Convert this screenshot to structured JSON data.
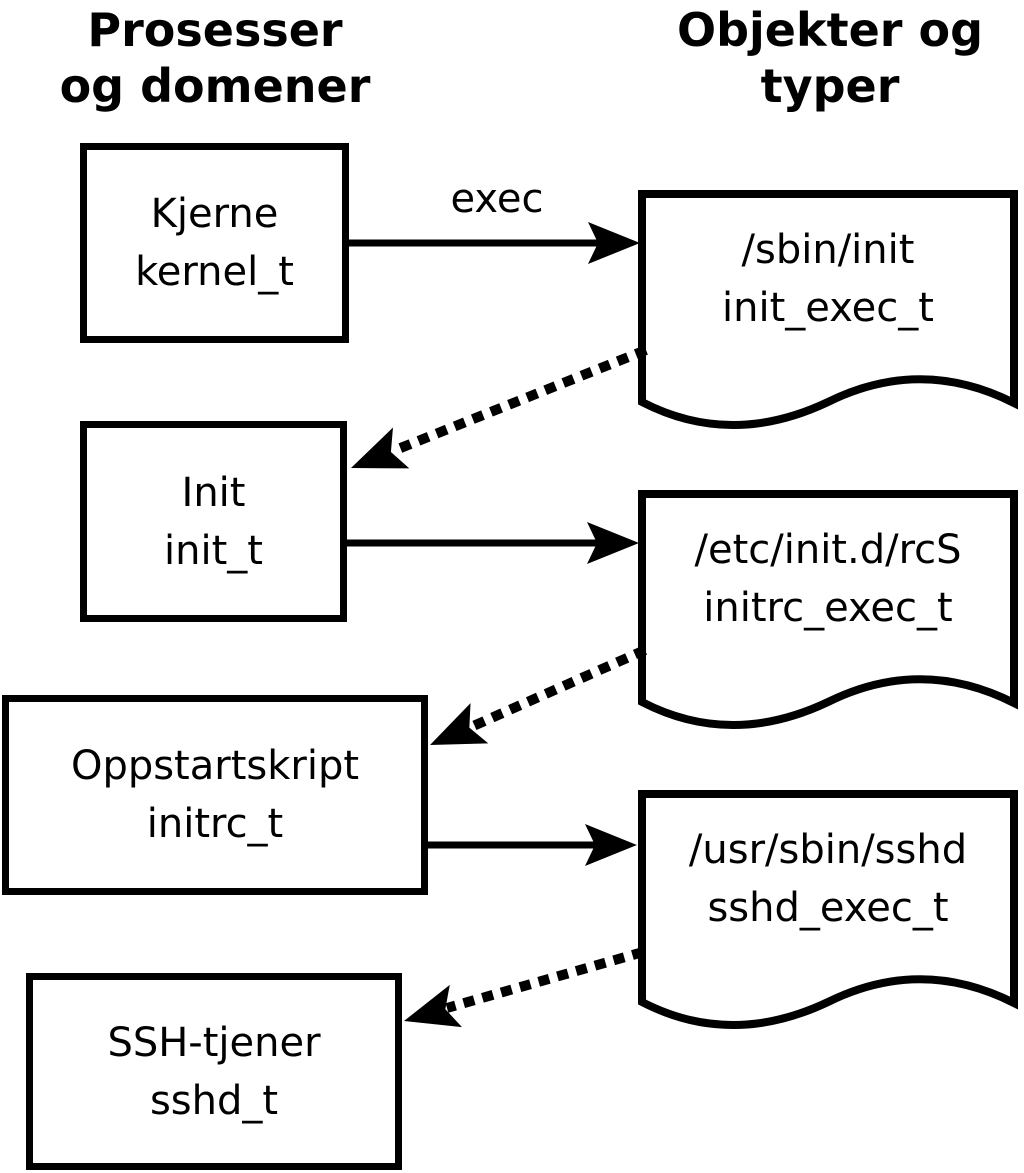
{
  "headers": {
    "processes": {
      "line1": "Prosesser",
      "line2": "og domener"
    },
    "objects": {
      "line1": "Objekter og",
      "line2": "typer"
    }
  },
  "boxes": [
    {
      "label": "Kjerne",
      "type": "kernel_t"
    },
    {
      "label": "Init",
      "type": "init_t"
    },
    {
      "label": "Oppstartskript",
      "type": "initrc_t"
    },
    {
      "label": "SSH-tjener",
      "type": "sshd_t"
    }
  ],
  "docs": [
    {
      "path": "/sbin/init",
      "type": "init_exec_t"
    },
    {
      "path": "/etc/init.d/rcS",
      "type": "initrc_exec_t"
    },
    {
      "path": "/usr/sbin/sshd",
      "type": "sshd_exec_t"
    }
  ],
  "edges": {
    "exec_label": "exec",
    "solid": [
      {
        "from": "kernel_t",
        "to": "init_exec_t",
        "label": "exec"
      },
      {
        "from": "init_t",
        "to": "initrc_exec_t",
        "label": ""
      },
      {
        "from": "initrc_t",
        "to": "sshd_exec_t",
        "label": ""
      }
    ],
    "dotted": [
      {
        "from": "init_exec_t",
        "to": "init_t"
      },
      {
        "from": "initrc_exec_t",
        "to": "initrc_t"
      },
      {
        "from": "sshd_exec_t",
        "to": "sshd_t"
      }
    ]
  },
  "colors": {
    "ink": "#000000",
    "background": "#ffffff"
  }
}
